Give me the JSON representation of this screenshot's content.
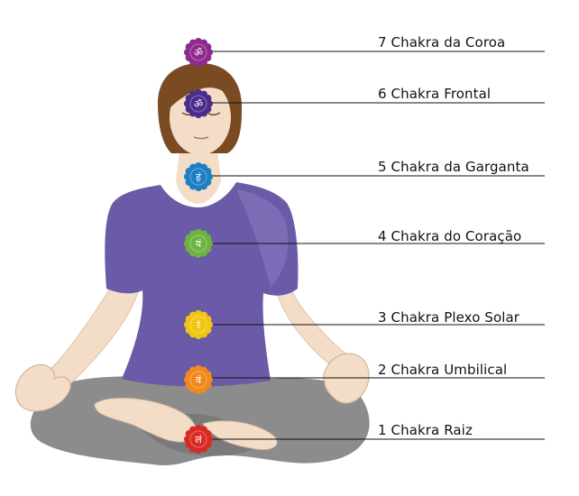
{
  "chakras": [
    {
      "label": "7 Chakra da Coroa",
      "color": "#8e2a8e",
      "glyph": "ॐ"
    },
    {
      "label": "6 Chakra Frontal",
      "color": "#4b2c8c",
      "glyph": "ॐ"
    },
    {
      "label": "5 Chakra da Garganta",
      "color": "#1c7fc4",
      "glyph": "हं"
    },
    {
      "label": "4 Chakra do Coração",
      "color": "#6db33f",
      "glyph": "यं"
    },
    {
      "label": "3 Chakra Plexo Solar",
      "color": "#f2c511",
      "glyph": "रं"
    },
    {
      "label": "2 Chakra Umbilical",
      "color": "#f08a1c",
      "glyph": "वं"
    },
    {
      "label": "1 Chakra Raiz",
      "color": "#d92a26",
      "glyph": "लं"
    }
  ],
  "colors": {
    "skin": "#f4ddc6",
    "skin_shadow": "#e6c8ad",
    "hair": "#7a4a22",
    "shirt": "#6b5aa8",
    "shirt_light": "#8a7cc0",
    "pants": "#8c8c8c",
    "pants_dark": "#6e6e6e",
    "line": "#111111"
  }
}
